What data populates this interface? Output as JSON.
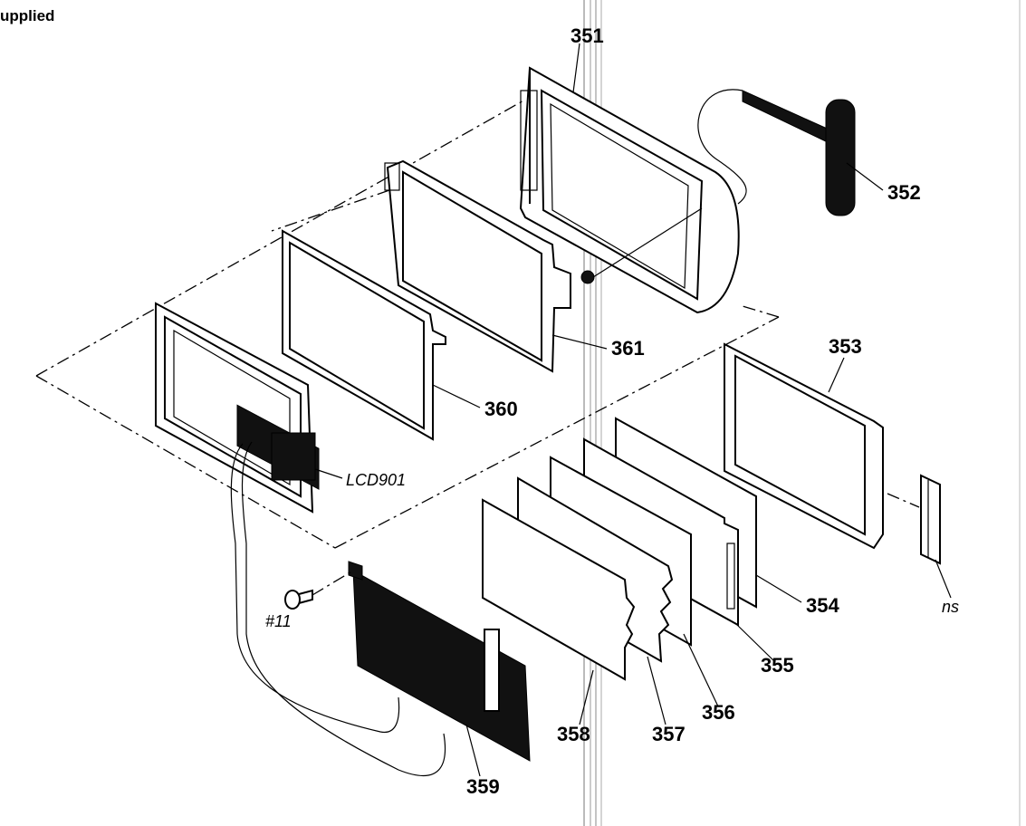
{
  "header": {
    "corner_text": "upplied"
  },
  "callouts": {
    "p351": "351",
    "p352": "352",
    "p353": "353",
    "p354": "354",
    "p355": "355",
    "p356": "356",
    "p357": "357",
    "p358": "358",
    "p359": "359",
    "p360": "360",
    "p361": "361",
    "lcd": "LCD901",
    "screw": "#11",
    "ns": "ns"
  }
}
